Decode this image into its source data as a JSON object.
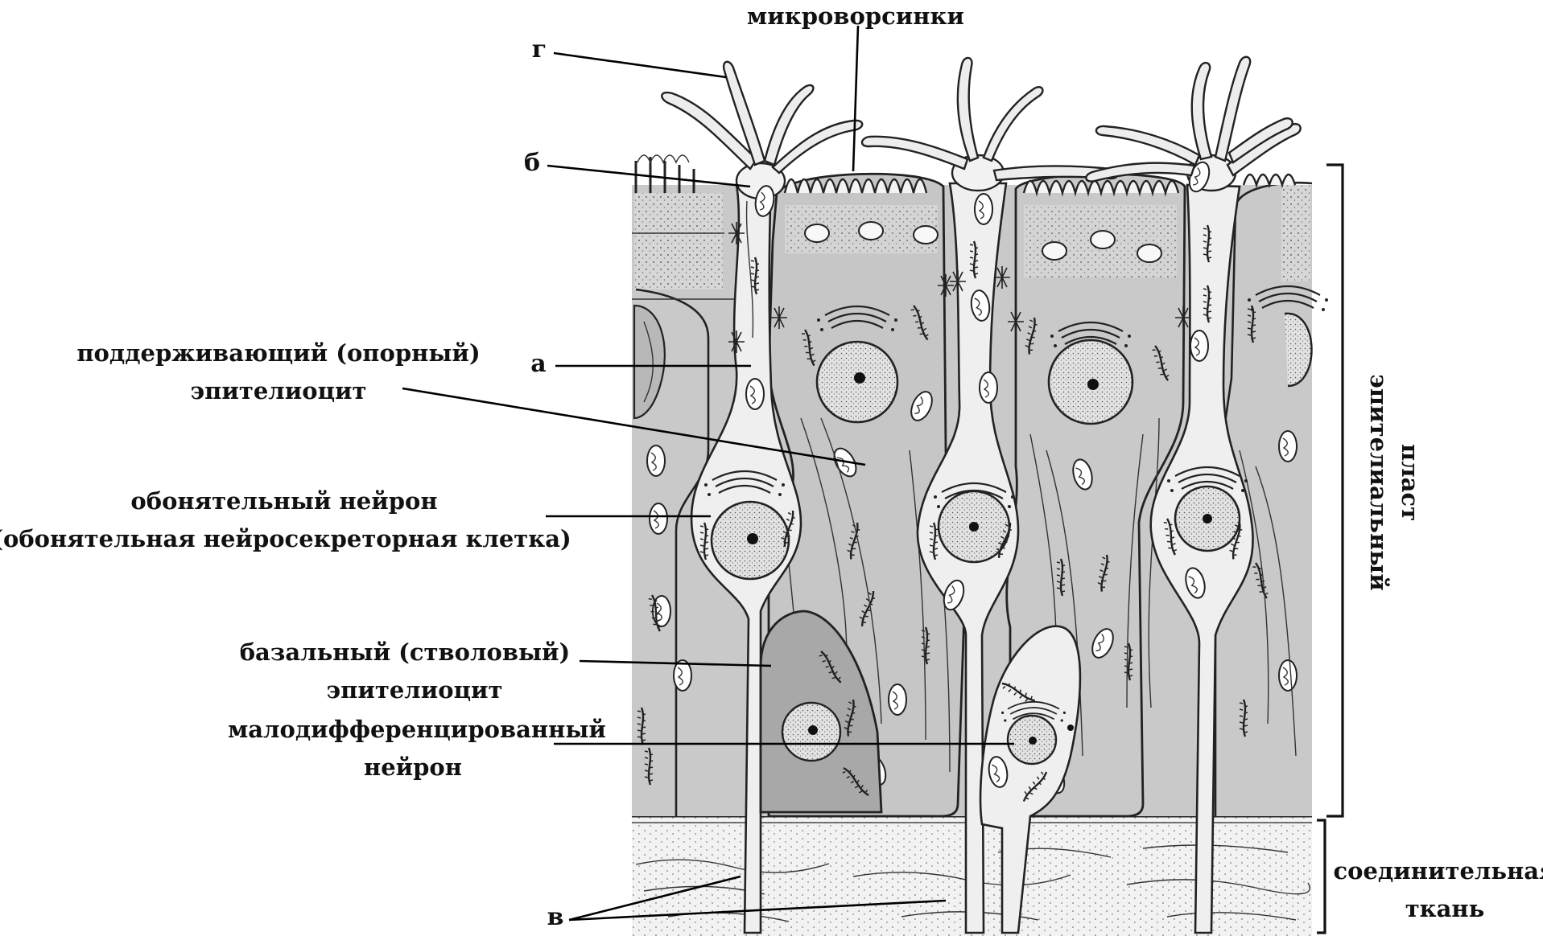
{
  "labels": {
    "microvilli": "микроворсинки",
    "g": "г",
    "b": "б",
    "a": "а",
    "v": "в",
    "supporting_line1": "поддерживающий (опорный)",
    "supporting_line2": "эпителиоцит",
    "olfactory_line1": "обонятельный нейрон",
    "olfactory_line2": "(обонятельная нейросекреторная клетка)",
    "basal_line1": "базальный (стволовый)",
    "basal_line2": "эпителиоцит",
    "undiff_line1": "малодифференцированный",
    "undiff_line2": "нейрон",
    "epithelial_line1": "эпителиальный",
    "epithelial_line2": "пласт",
    "connective_line1": "соединительная",
    "connective_line2": "ткань"
  },
  "colors": {
    "cytoplasm": "#cfcfcf",
    "cytoplasm_dark": "#a9a9a9",
    "neuron": "#efefef",
    "nucleus": "#d2d2d2",
    "connective": "#f4f4f4",
    "outline": "#222222"
  }
}
